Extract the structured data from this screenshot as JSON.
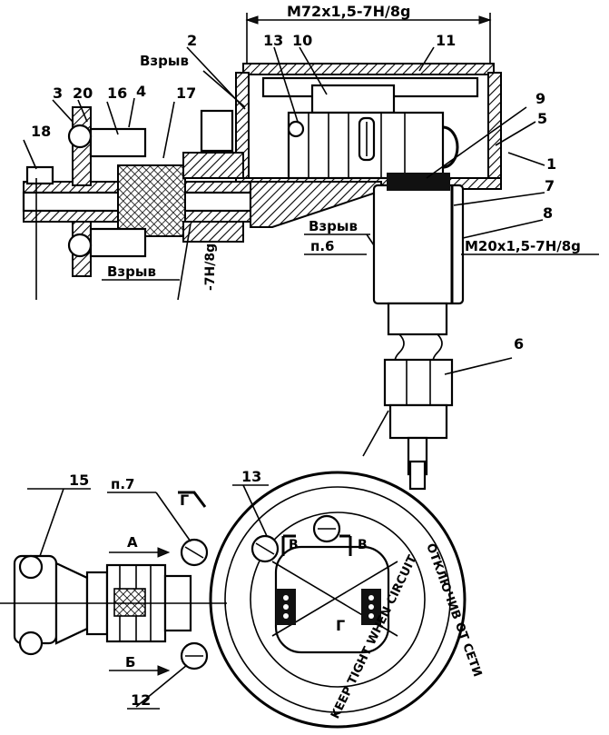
{
  "thread_labels": {
    "top": "M72x1,5-7H/8g",
    "right": "M20x1,5-7H/8g",
    "side_partial": "-7H/8g"
  },
  "section_labels": {
    "vzryv_top": "Взрыв",
    "vzryv_mid": "Взрыв",
    "vzryv_lower": "Взрыв",
    "note_p6": "п.6",
    "note_p7": "п.7"
  },
  "callouts": {
    "c1": "1",
    "c2": "2",
    "c3": "3",
    "c4": "4",
    "c5": "5",
    "c6": "6",
    "c7": "7",
    "c8": "8",
    "c9": "9",
    "c10": "10",
    "c11": "11",
    "c12": "12",
    "c13": "13",
    "c13b": "13",
    "c15": "15",
    "c16": "16",
    "c17": "17",
    "c18": "18",
    "c20": "20"
  },
  "view_markers": {
    "A": "A",
    "B": "Б",
    "G_top": "Г",
    "G_center": "Г",
    "V_left": "В",
    "V_right": "В"
  },
  "cover_text": {
    "ring_left": "KEEP TIGHT WHEN CIRCUIT",
    "ring_right": "ОТКЛЮЧИВ ОТ СЕТИ"
  }
}
